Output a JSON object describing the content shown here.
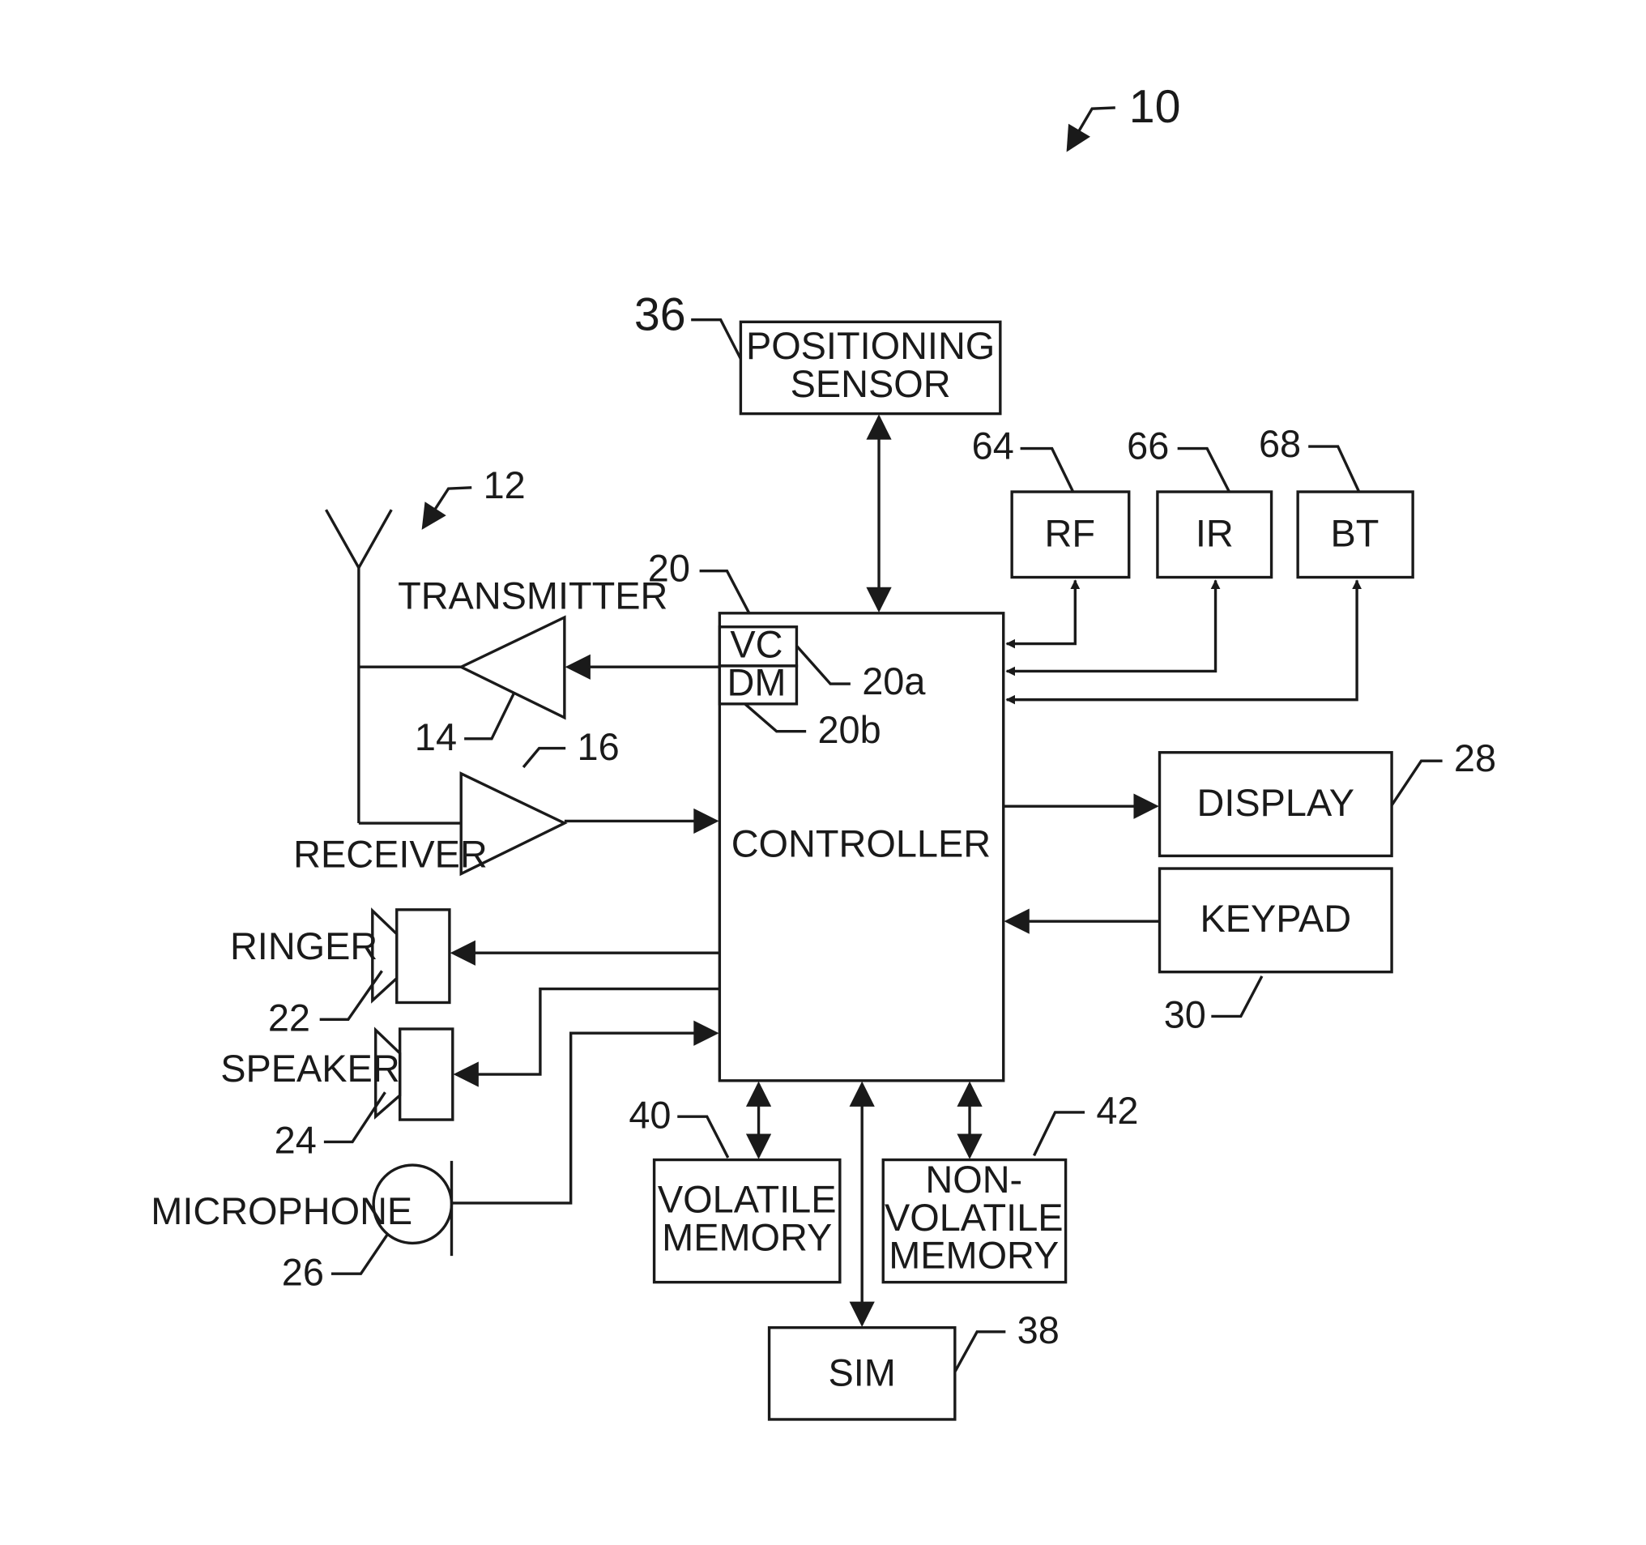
{
  "refs": {
    "device": "10",
    "antenna": "12",
    "transmitter": "14",
    "receiver": "16",
    "controller": "20",
    "vc": "20a",
    "dm": "20b",
    "ringer": "22",
    "speaker": "24",
    "microphone": "26",
    "display": "28",
    "keypad": "30",
    "positioning_sensor": "36",
    "sim": "38",
    "volatile_memory": "40",
    "non_volatile_memory": "42",
    "rf": "64",
    "ir": "66",
    "bt": "68"
  },
  "labels": {
    "positioning_sensor": [
      "POSITIONING",
      "SENSOR"
    ],
    "transmitter": "TRANSMITTER",
    "receiver": "RECEIVER",
    "controller": "CONTROLLER",
    "vc": "VC",
    "dm": "DM",
    "rf": "RF",
    "ir": "IR",
    "bt": "BT",
    "display": "DISPLAY",
    "keypad": "KEYPAD",
    "ringer": "RINGER",
    "speaker": "SPEAKER",
    "microphone": "MICROPHONE",
    "volatile_memory": [
      "VOLATILE",
      "MEMORY"
    ],
    "non_volatile_memory": [
      "NON-",
      "VOLATILE",
      "MEMORY"
    ],
    "sim": "SIM"
  }
}
